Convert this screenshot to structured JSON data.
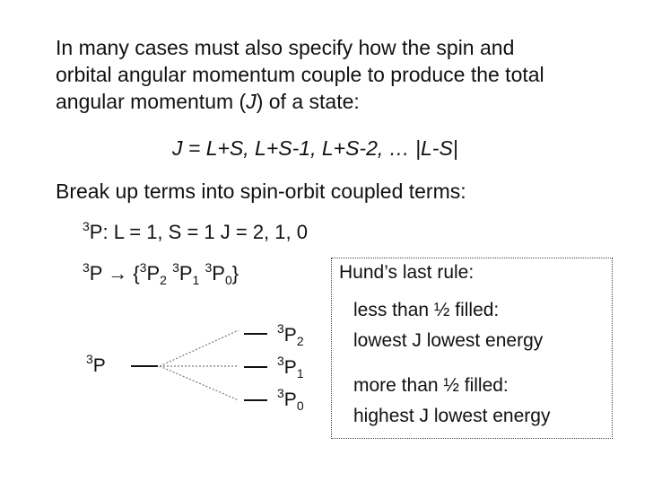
{
  "intro": {
    "line1": "In many cases must also specify how the spin and",
    "line2": "orbital angular momentum couple to produce the total",
    "line3_pre": "angular momentum (",
    "line3_j": "J",
    "line3_post": ") of a state:"
  },
  "equation": "J = L+S, L+S-1, L+S-2, … |L-S|",
  "break_up": "Break up terms into spin-orbit coupled terms:",
  "term_line": {
    "mult": "3",
    "letter": "P",
    "rest": ":  L = 1, S = 1  J = 2, 1, 0"
  },
  "split_line": {
    "mult": "3",
    "letter": "P",
    "arrow": "  → {",
    "items": [
      {
        "mult": "3",
        "letter": "P",
        "j": "2"
      },
      {
        "mult": "3",
        "letter": "P",
        "j": "1"
      },
      {
        "mult": "3",
        "letter": "P",
        "j": "0"
      }
    ],
    "close": "}"
  },
  "hund": {
    "title": "Hund’s last rule:",
    "less": "less than ½ filled:",
    "less_result": "lowest J lowest energy",
    "more": "more than ½ filled:",
    "more_result": "highest J lowest energy"
  },
  "diagram": {
    "parent": {
      "mult": "3",
      "letter": "P"
    },
    "levels": [
      {
        "mult": "3",
        "letter": "P",
        "j": "2"
      },
      {
        "mult": "3",
        "letter": "P",
        "j": "1"
      },
      {
        "mult": "3",
        "letter": "P",
        "j": "0"
      }
    ]
  }
}
